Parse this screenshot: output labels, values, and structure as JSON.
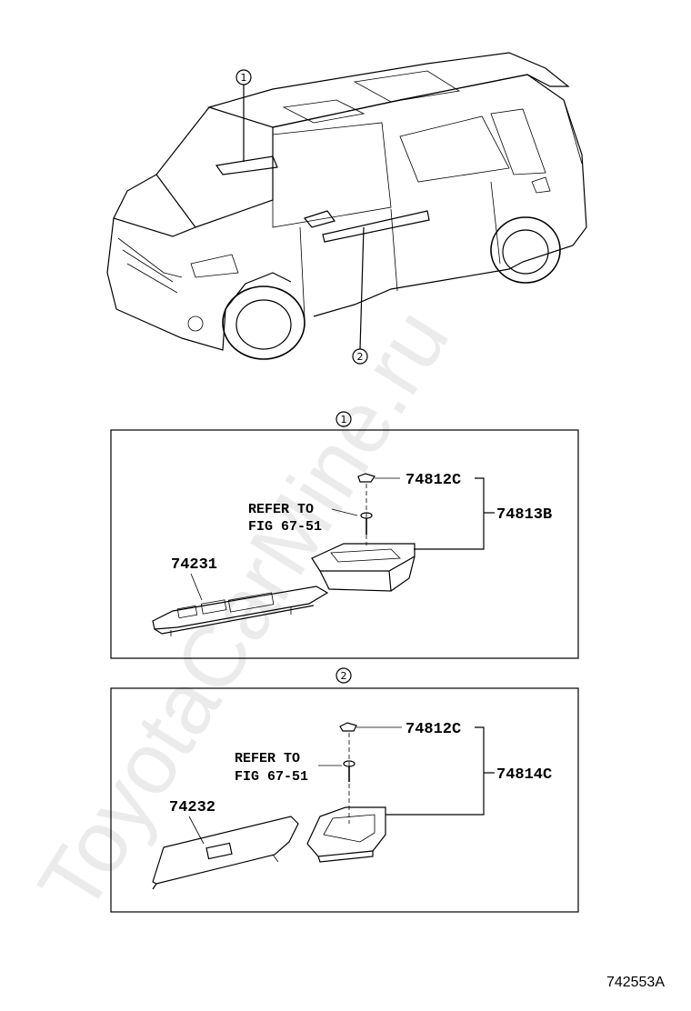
{
  "watermark": "ToyotaCarMine.ru",
  "callouts": {
    "one": "1",
    "two": "2"
  },
  "panel1": {
    "refer_line1": "REFER TO",
    "refer_line2": "FIG 67-51",
    "parts": {
      "cap": "74812C",
      "assembly": "74813B",
      "panel": "74231"
    }
  },
  "panel2": {
    "refer_line1": "REFER TO",
    "refer_line2": "FIG 67-51",
    "parts": {
      "cap": "74812C",
      "assembly": "74814C",
      "panel": "74232"
    }
  },
  "figure_code": "742553A"
}
